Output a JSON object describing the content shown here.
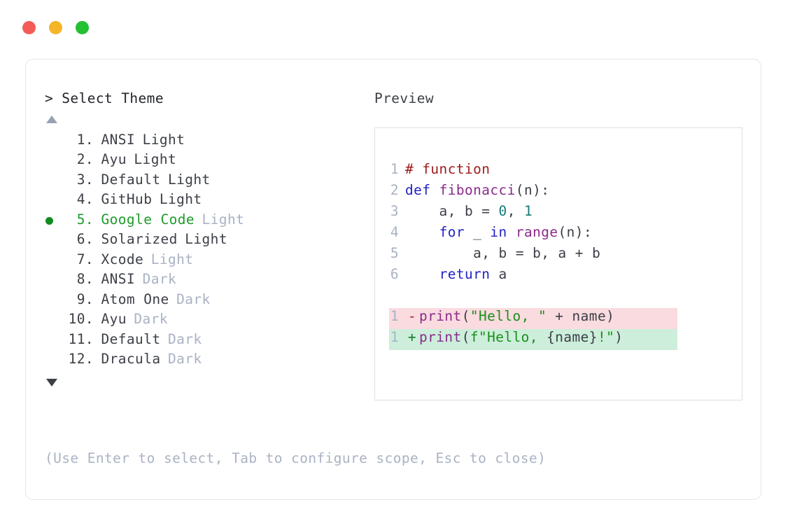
{
  "window": {
    "traffic_lights": [
      {
        "name": "close-button",
        "color": "#f45b56"
      },
      {
        "name": "minimize-button",
        "color": "#f4b528"
      },
      {
        "name": "maximize-button",
        "color": "#23c032"
      }
    ]
  },
  "left": {
    "prompt": "> Select Theme",
    "scroll_up_icon": "triangle-up-icon",
    "scroll_down_icon": "triangle-down-icon",
    "items": [
      {
        "index": "1.",
        "name": "ANSI",
        "suffix": "Light",
        "suffix_dim": false,
        "selected": false
      },
      {
        "index": "2.",
        "name": "Ayu",
        "suffix": "Light",
        "suffix_dim": false,
        "selected": false
      },
      {
        "index": "3.",
        "name": "Default",
        "suffix": "Light",
        "suffix_dim": false,
        "selected": false
      },
      {
        "index": "4.",
        "name": "GitHub",
        "suffix": "Light",
        "suffix_dim": false,
        "selected": false
      },
      {
        "index": "5.",
        "name": "Google Code",
        "suffix": "Light",
        "suffix_dim": true,
        "selected": true
      },
      {
        "index": "6.",
        "name": "Solarized",
        "suffix": "Light",
        "suffix_dim": false,
        "selected": false
      },
      {
        "index": "7.",
        "name": "Xcode",
        "suffix": "Light",
        "suffix_dim": true,
        "selected": false
      },
      {
        "index": "8.",
        "name": "ANSI",
        "suffix": "Dark",
        "suffix_dim": true,
        "selected": false
      },
      {
        "index": "9.",
        "name": "Atom One",
        "suffix": "Dark",
        "suffix_dim": true,
        "selected": false
      },
      {
        "index": "10.",
        "name": "Ayu",
        "suffix": "Dark",
        "suffix_dim": true,
        "selected": false
      },
      {
        "index": "11.",
        "name": "Default",
        "suffix": "Dark",
        "suffix_dim": true,
        "selected": false
      },
      {
        "index": "12.",
        "name": "Dracula",
        "suffix": "Dark",
        "suffix_dim": true,
        "selected": false
      }
    ],
    "hint": "(Use Enter to select, Tab to configure scope, Esc to close)"
  },
  "right": {
    "preview_label": "Preview",
    "code_lines": [
      {
        "no": "1",
        "tokens": [
          {
            "t": "# function",
            "c": "t-comment"
          }
        ]
      },
      {
        "no": "2",
        "tokens": [
          {
            "t": "def ",
            "c": "t-kw"
          },
          {
            "t": "fibonacci",
            "c": "t-fn"
          },
          {
            "t": "(n):",
            "c": "t-plain"
          }
        ]
      },
      {
        "no": "3",
        "tokens": [
          {
            "t": "    a, b = ",
            "c": "t-plain"
          },
          {
            "t": "0",
            "c": "t-num"
          },
          {
            "t": ", ",
            "c": "t-plain"
          },
          {
            "t": "1",
            "c": "t-num"
          }
        ]
      },
      {
        "no": "4",
        "tokens": [
          {
            "t": "    ",
            "c": "t-plain"
          },
          {
            "t": "for",
            "c": "t-kw"
          },
          {
            "t": " _ ",
            "c": "t-plain"
          },
          {
            "t": "in",
            "c": "t-kw"
          },
          {
            "t": " ",
            "c": "t-plain"
          },
          {
            "t": "range",
            "c": "t-fn"
          },
          {
            "t": "(n):",
            "c": "t-plain"
          }
        ]
      },
      {
        "no": "5",
        "tokens": [
          {
            "t": "        a, b = b, a + b",
            "c": "t-plain"
          }
        ]
      },
      {
        "no": "6",
        "tokens": [
          {
            "t": "    ",
            "c": "t-plain"
          },
          {
            "t": "return",
            "c": "t-kw"
          },
          {
            "t": " a",
            "c": "t-plain"
          }
        ]
      }
    ],
    "diff_lines": [
      {
        "no": "1",
        "kind": "minus",
        "sign": "-",
        "tokens": [
          {
            "t": "print",
            "c": "t-fn"
          },
          {
            "t": "(",
            "c": "t-plain"
          },
          {
            "t": "\"Hello, \"",
            "c": "t-str"
          },
          {
            "t": " + name)",
            "c": "t-plain"
          }
        ]
      },
      {
        "no": "1",
        "kind": "plus",
        "sign": "+",
        "tokens": [
          {
            "t": "print",
            "c": "t-fn"
          },
          {
            "t": "(",
            "c": "t-plain"
          },
          {
            "t": "f\"Hello, ",
            "c": "t-str"
          },
          {
            "t": "{name}",
            "c": "t-plain"
          },
          {
            "t": "!\"",
            "c": "t-str"
          },
          {
            "t": ")",
            "c": "t-plain"
          }
        ]
      }
    ]
  },
  "colors": {
    "accent_green": "#1b9c2a",
    "dim_text": "#a9b2c4",
    "body_text": "#3c3f46",
    "diff_removed_bg": "#fadbdf",
    "diff_added_bg": "#cdeedb",
    "border": "#e3e5ea"
  }
}
